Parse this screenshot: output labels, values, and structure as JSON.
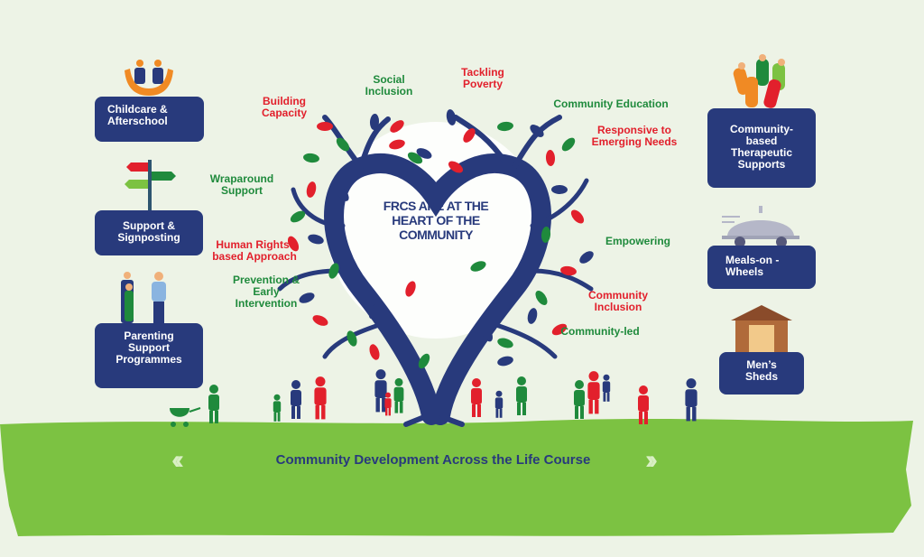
{
  "heart_title": "FRCS ARE AT THE HEART OF THE COMMUNITY",
  "left_services": [
    {
      "label": "Childcare & Afterschool",
      "icon": "hands-children-icon"
    },
    {
      "label": "Support & Signposting",
      "icon": "signpost-icon"
    },
    {
      "label": "Parenting Support Programmes",
      "icon": "parent-child-icon"
    }
  ],
  "right_services": [
    {
      "label": "Community-based Therapeutic Supports",
      "icon": "group-people-icon"
    },
    {
      "label": "Meals-on -Wheels",
      "icon": "food-cloche-icon"
    },
    {
      "label": "Men’s Sheds",
      "icon": "shed-icon"
    }
  ],
  "principles": [
    {
      "label": "Social Inclusion",
      "color": "#1f8a3c"
    },
    {
      "label": "Tackling Poverty",
      "color": "#e2202c"
    },
    {
      "label": "Building Capacity",
      "color": "#e2202c"
    },
    {
      "label": "Community Education",
      "color": "#1f8a3c"
    },
    {
      "label": "Responsive to Emerging Needs",
      "color": "#e2202c"
    },
    {
      "label": "Wraparound Support",
      "color": "#1f8a3c"
    },
    {
      "label": "Human Rights-based Approach",
      "color": "#e2202c"
    },
    {
      "label": "Prevention & Early Intervention",
      "color": "#1f8a3c"
    },
    {
      "label": "Empowering",
      "color": "#1f8a3c"
    },
    {
      "label": "Community Inclusion",
      "color": "#e2202c"
    },
    {
      "label": "Community-led",
      "color": "#1f8a3c"
    }
  ],
  "footer": {
    "label": "Community Development Across the Life Course",
    "left_arrow": "‹‹",
    "right_arrow": "››"
  },
  "colors": {
    "navy": "#283a7c",
    "green": "#1f8a3c",
    "red": "#e2202c",
    "grass": "#7cc242",
    "background": "#edf3e6"
  }
}
